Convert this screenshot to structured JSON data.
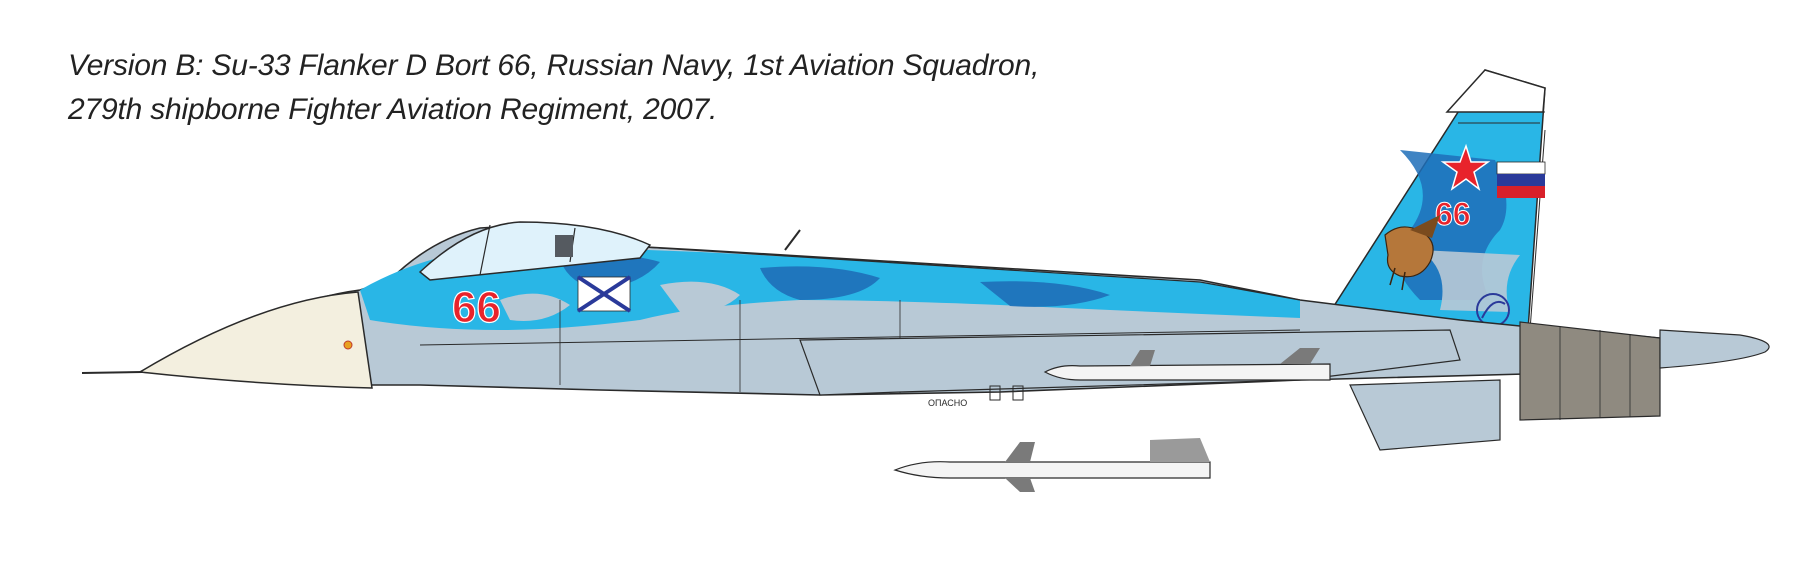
{
  "caption": {
    "line1": "Version B: Su-33 Flanker D Bort 66, Russian Navy, 1st Aviation Squadron,",
    "line2": "279th shipborne Fighter Aviation Regiment, 2007."
  },
  "aircraft": {
    "bort_number_nose": "66",
    "bort_number_tail": "66",
    "stencil_text": "ОПАСНО",
    "colors": {
      "camo_light_blue": "#29b6e6",
      "camo_dark_blue": "#1e6fb8",
      "camo_grey_blue": "#b8c9d6",
      "radome": "#f3efdf",
      "outline": "#2a2a2a",
      "insignia_red": "#e8232b",
      "exhaust_grey": "#8f8a80",
      "flag_white": "#ffffff",
      "flag_blue": "#2a3a9a",
      "flag_red": "#d8202a"
    },
    "icons": [
      "red-star-icon",
      "russian-flag-icon",
      "st-andrew-naval-ensign-icon",
      "eagle-emblem-icon",
      "sukhoi-logo-icon",
      "radiation-warning-icon"
    ]
  }
}
